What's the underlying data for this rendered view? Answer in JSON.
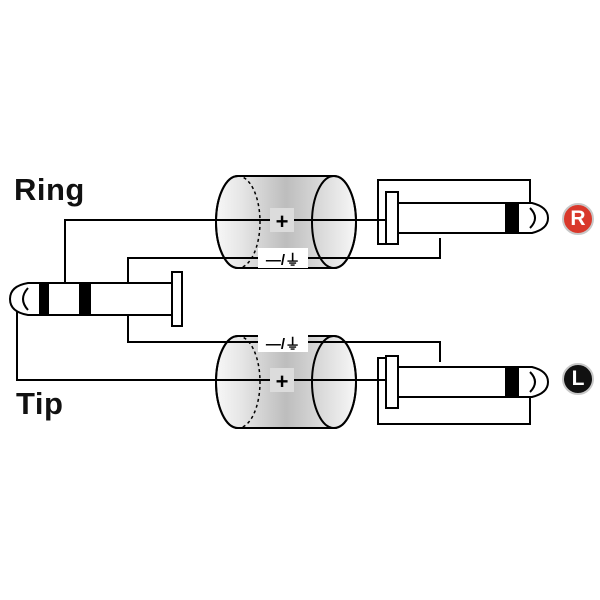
{
  "labels": {
    "ring": "Ring",
    "tip": "Tip"
  },
  "channels": {
    "right": {
      "letter": "R",
      "color": "#d9382b"
    },
    "left": {
      "letter": "L",
      "color": "#111111"
    }
  },
  "cables": {
    "upper": {
      "signal_mark": "+",
      "shield_mark": "—/⏚"
    },
    "lower": {
      "signal_mark": "+",
      "shield_mark": "—/⏚"
    }
  },
  "colors": {
    "line": "#000000",
    "shield_gradient_light": "#f6f6f6",
    "shield_gradient_dark": "#b8b8b8"
  }
}
